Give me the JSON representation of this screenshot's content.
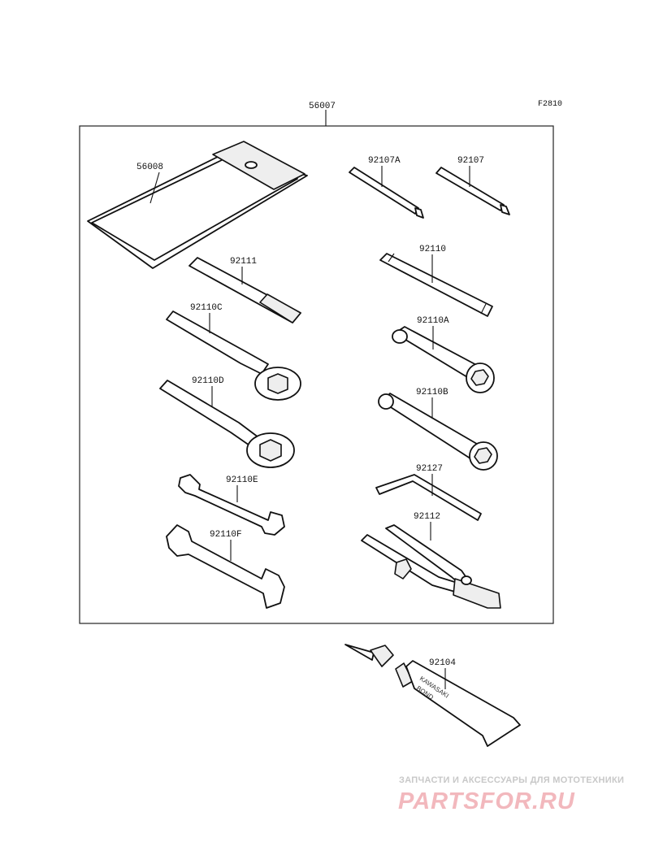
{
  "figure_code": "F2810",
  "assembly": {
    "part_no": "56007"
  },
  "parts": {
    "p56008": "56008",
    "p92107A": "92107A",
    "p92107": "92107",
    "p92111": "92111",
    "p92110": "92110",
    "p92110C": "92110C",
    "p92110A": "92110A",
    "p92110D": "92110D",
    "p92110B": "92110B",
    "p92127": "92127",
    "p92110E": "92110E",
    "p92112": "92112",
    "p92110F": "92110F",
    "p92104": "92104"
  },
  "tube_label": {
    "line1": "KAWASAKI",
    "line2": "BOND"
  },
  "watermark": {
    "subtitle": "ЗАПЧАСТИ И АКСЕССУАРЫ ДЛЯ МОТОТЕХНИКИ",
    "logo": "PARTSFOR.RU"
  }
}
